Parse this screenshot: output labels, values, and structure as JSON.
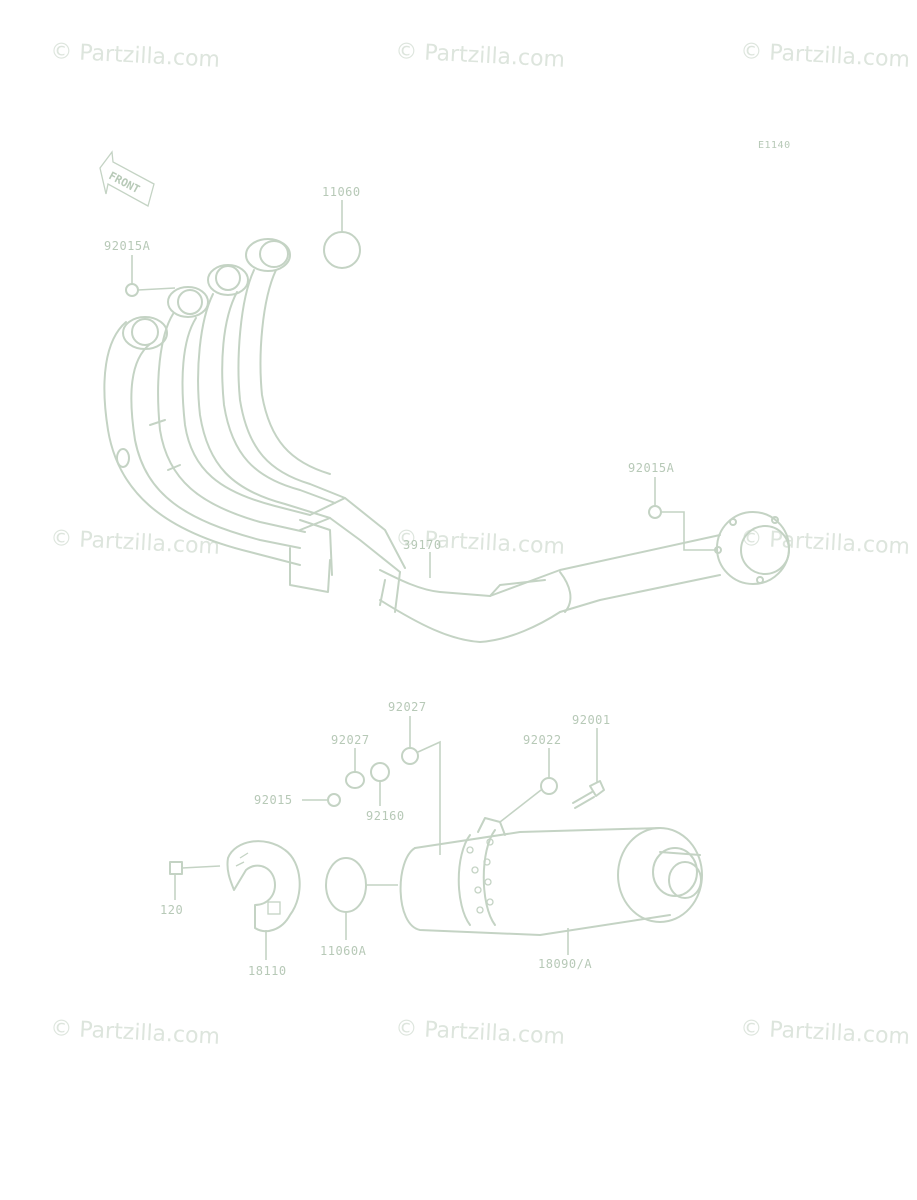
{
  "diagram_code": "E1140",
  "front_label": "FRONT",
  "watermark": "© Partzilla.com",
  "parts": {
    "p11060": "11060",
    "p92015a_top": "92015A",
    "p92015a_right": "92015A",
    "p39170": "39170",
    "p92027_upper": "92027",
    "p92027_lower": "92027",
    "p92001": "92001",
    "p92022": "92022",
    "p92015": "92015",
    "p92160": "92160",
    "p120": "120",
    "p18110": "18110",
    "p11060a": "11060A",
    "p18090a": "18090/A"
  },
  "colors": {
    "line": "#c4d3c4",
    "text": "#b7c9b7",
    "watermark": "#dde5dd"
  }
}
